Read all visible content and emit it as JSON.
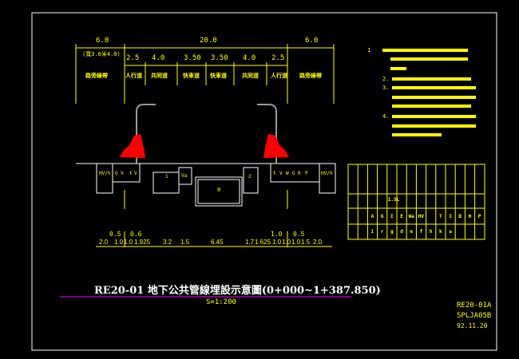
{
  "top_dims": {
    "left": "6.0",
    "middle": "20.0",
    "right": "6.0",
    "note": "(寬3.0米4.0)"
  },
  "lane_dims": [
    "2.5",
    "4.0",
    "3.50",
    "3.50",
    "4.0",
    "2.5"
  ],
  "lane_labels": [
    "人行道",
    "共同道",
    "快車道",
    "快車道",
    "共同道",
    "人行道"
  ],
  "side_labels": {
    "left": "路旁綠帶",
    "right": "路旁綠帶"
  },
  "conduit_labels": {
    "left_box": "HV/h",
    "left": [
      "G",
      "V",
      "t",
      "V"
    ],
    "duct_left": "1",
    "duct_mid": "Va",
    "center": "0",
    "duct_right": "2",
    "right": [
      "t",
      "V",
      "W",
      "G",
      "R",
      "P"
    ],
    "right_box": "HV/h"
  },
  "bottom_dims": [
    "2.0",
    "1.0",
    "1.0",
    "1.925",
    "3.2",
    "1.5",
    "6.45",
    "1.7",
    "1.625",
    "1.0",
    "1.0",
    "1.0",
    "1.5",
    "2.0"
  ],
  "bottom_upper_dims": [
    "0.5",
    "0.6",
    "1.0",
    "0.5"
  ],
  "notes_numbers": [
    "1",
    "2.",
    "3.",
    "4."
  ],
  "table": {
    "row2_mark": "1.5L",
    "row3": [
      "",
      "A",
      "G",
      "I",
      "E",
      "Wa",
      "HV",
      "",
      "T",
      "I",
      "B",
      "H",
      "P"
    ],
    "row4": [
      "",
      "i",
      "r",
      "g",
      "d",
      "e",
      "f",
      "h",
      "k",
      "a",
      "",
      "",
      "",
      ""
    ]
  },
  "title": "RE20-01 地下公共管線埋設示意圖(0+000~1+387.850)",
  "scale": "S=1:200",
  "info": [
    "RE20-01A",
    "SPLJA05B",
    "92.11.20"
  ],
  "colors": {
    "dim": "#ffff00",
    "line": "#ffffff",
    "pole": "#9a9a9a",
    "tree": "#ff0000",
    "rule": "#ff00ff"
  }
}
